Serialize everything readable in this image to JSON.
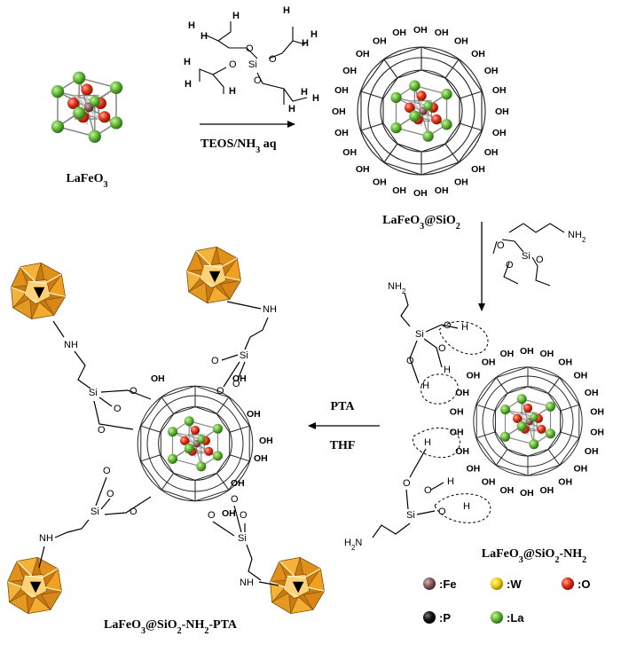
{
  "labels": {
    "lafeo3": [
      "LaFeO",
      "3"
    ],
    "lafeo3_sio2": [
      "LaFeO",
      "3",
      "@SiO",
      "2"
    ],
    "lafeo3_sio2_nh2": [
      "LaFeO",
      "3",
      "@SiO",
      "2",
      "-NH",
      "2"
    ],
    "lafeo3_sio2_nh2_pta": [
      "LaFeO",
      "3",
      "@SiO",
      "2",
      "-NH",
      "2",
      "-PTA"
    ]
  },
  "reagents": {
    "teos": [
      "TEOS/NH",
      "3",
      " aq"
    ],
    "pta": "PTA",
    "thf": "THF"
  },
  "atoms": {
    "h": "H",
    "o": "O",
    "si": "Si",
    "oh": "OH",
    "nh": "NH",
    "nh2": [
      "NH",
      "2"
    ],
    "h2n": [
      "H",
      "2",
      "N"
    ]
  },
  "legend": [
    {
      "label": ":Fe",
      "color": "#8a5a5a"
    },
    {
      "label": ":W",
      "color": "#f2d20a"
    },
    {
      "label": ":O",
      "color": "#e8361c"
    },
    {
      "label": ":P",
      "color": "#111111"
    },
    {
      "label": ":La",
      "color": "#6abf3c"
    }
  ],
  "colors": {
    "la": "#6abf3c",
    "o": "#e8361c",
    "fe": "#8a5a5a",
    "polyhedron": "#f0a020",
    "polyhedron_dark": "#c97a10",
    "w": "#f2d20a"
  }
}
